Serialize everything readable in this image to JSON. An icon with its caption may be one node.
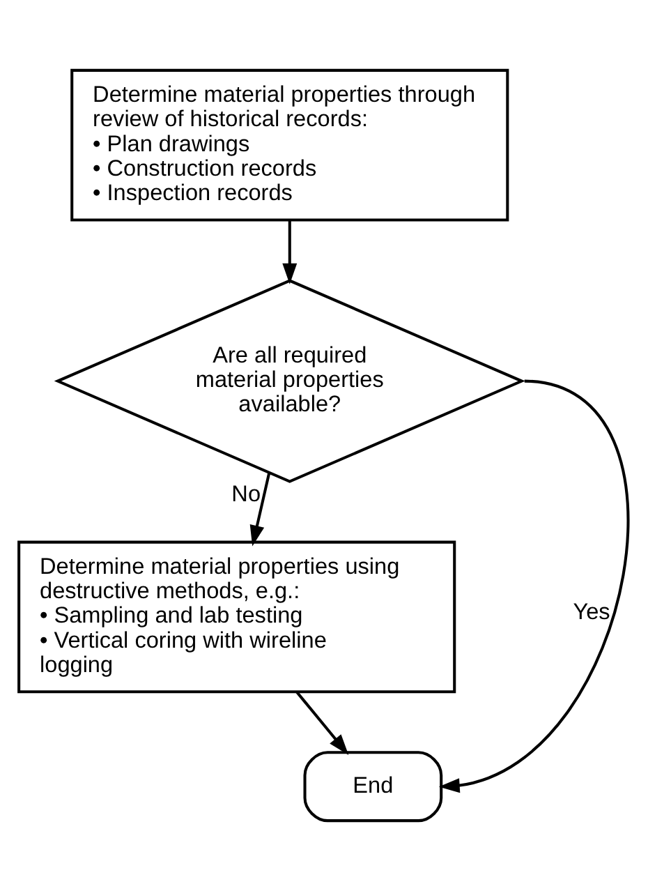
{
  "diagram": {
    "nodes": [
      {
        "text": [
          "Determine material properties through review of historical records:",
          "• Plan drawings",
          "• Construction records",
          "• Inspection records"
        ]
      },
      {
        "text": [
          "Are all required material properties available?"
        ]
      },
      {
        "text": [
          "Determine material properties using destructive methods, e.g.:",
          "• Sampling and lab testing",
          "• Vertical coring with wireline logging"
        ]
      },
      {
        "text": [
          "End"
        ]
      }
    ],
    "edges": [
      {
        "from": 0,
        "to": 1,
        "arrow": "to"
      },
      {
        "from": 1,
        "to": 2,
        "arrow": "to",
        "label": "No"
      },
      {
        "from": 1,
        "to": 3,
        "arrow": "to",
        "label": "Yes"
      },
      {
        "from": 2,
        "to": 3,
        "arrow": "to"
      }
    ]
  }
}
